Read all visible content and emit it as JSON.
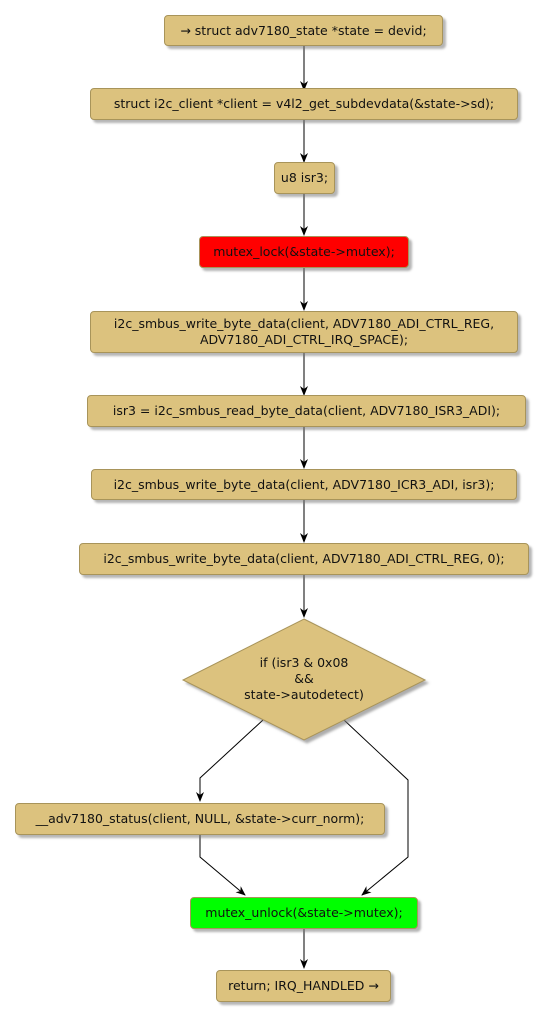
{
  "nodes": {
    "start": "→ struct adv7180_state *state = devid;",
    "client": "struct i2c_client *client = v4l2_get_subdevdata(&state->sd);",
    "isr3_decl": "u8 isr3;",
    "mutex_lock": "mutex_lock(&state->mutex);",
    "write_ctrl_space": [
      "i2c_smbus_write_byte_data(client, ADV7180_ADI_CTRL_REG,",
      "ADV7180_ADI_CTRL_IRQ_SPACE);"
    ],
    "read_isr3": "isr3 = i2c_smbus_read_byte_data(client, ADV7180_ISR3_ADI);",
    "write_icr3": "i2c_smbus_write_byte_data(client, ADV7180_ICR3_ADI, isr3);",
    "write_ctrl_zero": "i2c_smbus_write_byte_data(client, ADV7180_ADI_CTRL_REG, 0);",
    "condition": [
      "if (isr3 & 0x08",
      "&&",
      "state->autodetect)"
    ],
    "status": "__adv7180_status(client, NULL, &state->curr_norm);",
    "mutex_unlock": "mutex_unlock(&state->mutex);",
    "return": "return; IRQ_HANDLED →"
  },
  "colors": {
    "node_fill": "#dcc27e",
    "lock_fill": "#ff0000",
    "unlock_fill": "#00ff00"
  }
}
